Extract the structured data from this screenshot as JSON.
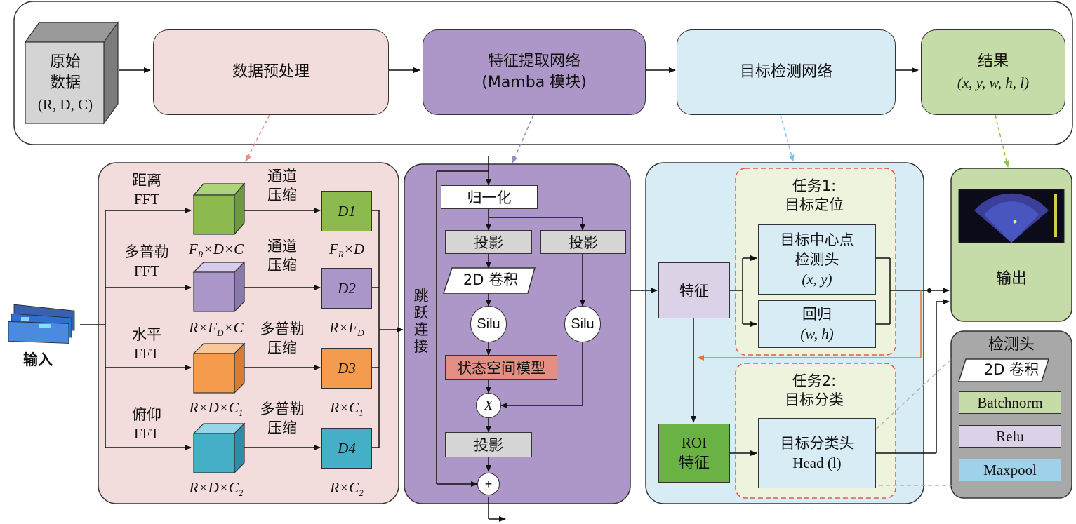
{
  "colors": {
    "preprocess": "#f3dcdc",
    "feature": "#ad96c8",
    "detect": "#d8ecf6",
    "result": "#c6dca8",
    "green_cube": "#8cba4e",
    "purple_cube": "#aa96c8",
    "orange_cube": "#f59b4e",
    "teal_cube": "#46afc8",
    "ssm": "#e08f82",
    "roi": "#6ab244",
    "orange_line": "#e8742a",
    "task_border": "#e35a4a",
    "task_fill": "#edf3dc"
  },
  "top_row": {
    "raw_data": {
      "line1": "原始",
      "line2": "数据",
      "line3": "(R, D, C)"
    },
    "preprocess": {
      "label": "数据预处理"
    },
    "feature_net": {
      "line1": "特征提取网络",
      "line2": "(Mamba 模块)"
    },
    "detection_net": {
      "label": "目标检测网络"
    },
    "result": {
      "line1": "结果",
      "line2": "(x, y, w, h, l)"
    }
  },
  "input": {
    "label": "输入"
  },
  "preprocess_panel": {
    "rows": [
      {
        "fft1": "距离",
        "fft2": "FFT",
        "comp1": "通道",
        "comp2": "压缩",
        "cube_label": "F_R×D×C",
        "out_name": "D1",
        "out_label": "F_R×D"
      },
      {
        "fft1": "多普勒",
        "fft2": "FFT",
        "comp1": "通道",
        "comp2": "压缩",
        "cube_label": "R×F_D×C",
        "out_name": "D2",
        "out_label": "R×F_D"
      },
      {
        "fft1": "水平",
        "fft2": "FFT",
        "comp1": "多普勒",
        "comp2": "压缩",
        "cube_label": "R×D×C_1",
        "out_name": "D3",
        "out_label": "R×C_1"
      },
      {
        "fft1": "俯仰",
        "fft2": "FFT",
        "comp1": "多普勒",
        "comp2": "压缩",
        "cube_label": "R×D×C_2",
        "out_name": "D4",
        "out_label": "R×C_2"
      }
    ]
  },
  "mamba_panel": {
    "skip": "跳跃连接",
    "norm": "归一化",
    "proj_left": "投影",
    "proj_right": "投影",
    "conv": "2D 卷积",
    "silu_left": "Silu",
    "silu_right": "Silu",
    "ssm": "状态空间模型",
    "mult": "X",
    "proj_bottom": "投影",
    "add": "+"
  },
  "detect_panel": {
    "feature": "特征",
    "task1": {
      "line1": "任务1:",
      "line2": "目标定位"
    },
    "center_head": {
      "line1": "目标中心点",
      "line2": "检测头",
      "line3": "(x, y)"
    },
    "regression": {
      "line1": "回归",
      "line2": "(w, h)"
    },
    "roi": {
      "line1": "ROI",
      "line2": "特征"
    },
    "task2": {
      "line1": "任务2:",
      "line2": "目标分类"
    },
    "class_head": {
      "line1": "目标分类头",
      "line2": "Head (l)"
    }
  },
  "output": {
    "label": "输出"
  },
  "detect_head_legend": {
    "title": "检测头",
    "conv": "2D 卷积",
    "batchnorm": "Batchnorm",
    "relu": "Relu",
    "maxpool": "Maxpool"
  }
}
